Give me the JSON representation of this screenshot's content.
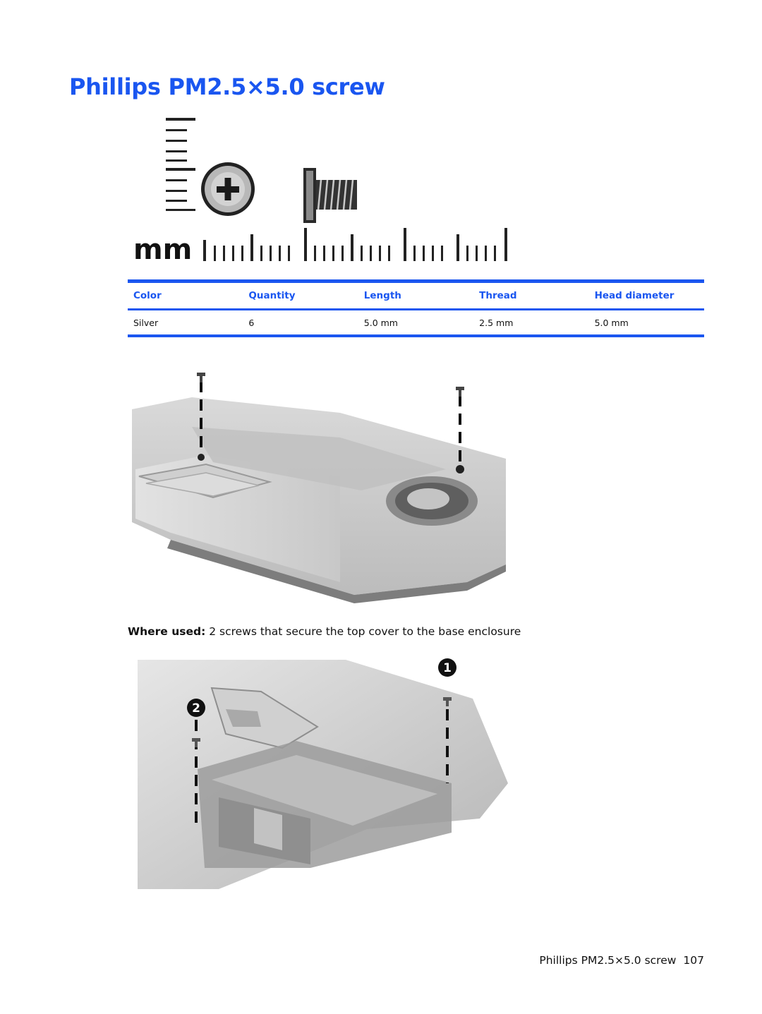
{
  "page": {
    "title": "Phillips PM2.5×5.0 screw",
    "footer_text": "Phillips PM2.5×5.0 screw",
    "page_number": "107"
  },
  "screw_figure": {
    "unit_label": "mm"
  },
  "spec_table": {
    "headers": [
      "Color",
      "Quantity",
      "Length",
      "Thread",
      "Head diameter"
    ],
    "rows": [
      [
        "Silver",
        "6",
        "5.0 mm",
        "2.5 mm",
        "5.0 mm"
      ]
    ]
  },
  "where_used": {
    "label": "Where used:",
    "text": "2 screws that secure the top cover to the base enclosure"
  },
  "callouts": {
    "first": "1",
    "second": "2"
  },
  "colors": {
    "accent": "#1a56f0"
  }
}
